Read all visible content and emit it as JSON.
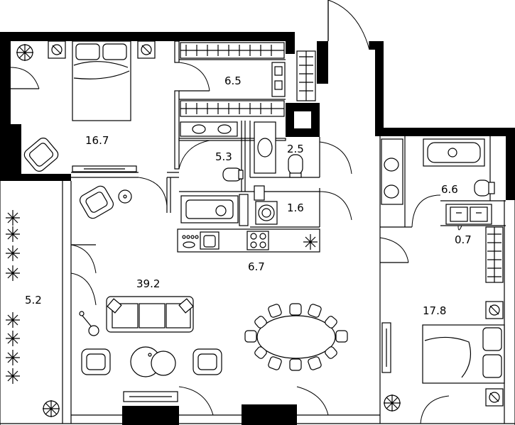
{
  "rooms": [
    {
      "id": "bedroom-1",
      "area": "16.7"
    },
    {
      "id": "wardrobe",
      "area": "6.5"
    },
    {
      "id": "bathroom-1",
      "area": "5.3"
    },
    {
      "id": "wc",
      "area": "2.5"
    },
    {
      "id": "laundry",
      "area": "1.6"
    },
    {
      "id": "kitchen",
      "area": "6.7"
    },
    {
      "id": "living-room",
      "area": "39.2"
    },
    {
      "id": "balcony",
      "area": "5.2"
    },
    {
      "id": "bathroom-2",
      "area": "6.6"
    },
    {
      "id": "closet",
      "area": "0.7"
    },
    {
      "id": "bedroom-2",
      "area": "17.8"
    }
  ]
}
